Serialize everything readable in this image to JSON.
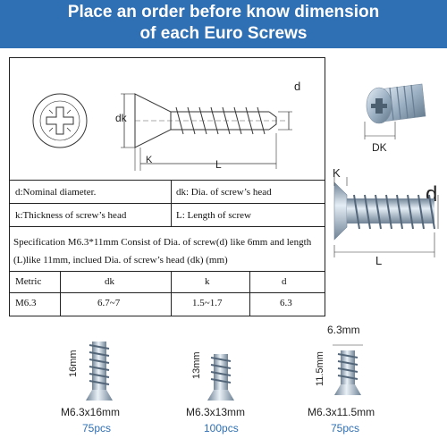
{
  "banner": {
    "line1": "Place an order before know dimension",
    "line2": "of each Euro Screws",
    "color": "#2f6fb3"
  },
  "drawing": {
    "label_d": "d",
    "label_dk": "dk",
    "label_k": "K",
    "label_L": "L"
  },
  "definitions": {
    "d": "d:Nominal diameter.",
    "dk": "dk: Dia. of screw’s head",
    "k": "k:Thickness of screw’s head",
    "L": "L: Length of screw"
  },
  "specification": "Specification M6.3*11mm Consist of Dia. of screw(d) like 6mm and length (L)like 11mm, inclued Dia. of screw’s head (dk) (mm)",
  "table": {
    "headers": [
      "Metric",
      "dk",
      "k",
      "d"
    ],
    "row": [
      "M6.3",
      "6.7~7",
      "1.5~1.7",
      "6.3"
    ]
  },
  "side_diagram": {
    "head_label": "DK",
    "k_label": "K",
    "d_label": "d",
    "L_label": "L"
  },
  "products": [
    {
      "dimension": "16mm",
      "name": "M6.3x16mm",
      "qty": "75pcs"
    },
    {
      "dimension": "13mm",
      "name": "M6.3x13mm",
      "qty": "100pcs"
    },
    {
      "dimension": "11.5mm",
      "top_dimension": "6.3mm",
      "name": "M6.3x11.5mm",
      "qty": "75pcs"
    }
  ]
}
